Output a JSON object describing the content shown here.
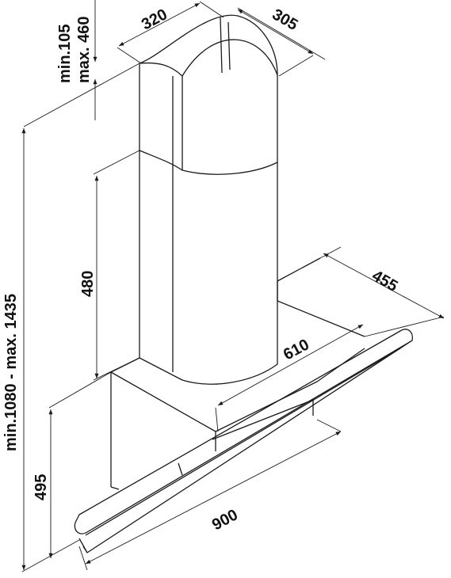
{
  "labels": {
    "chimney_width": "320",
    "chimney_depth": "305",
    "upper_chimney_height_min": "min.105",
    "upper_chimney_height_max": "max. 460",
    "total_height": "min.1080 - max. 1435",
    "chimney_height": "480",
    "glass_depth": "455",
    "base_width": "610",
    "base_height": "495",
    "hood_width": "900"
  },
  "colors": {
    "line": "#1a1a1a",
    "text": "#111111"
  }
}
